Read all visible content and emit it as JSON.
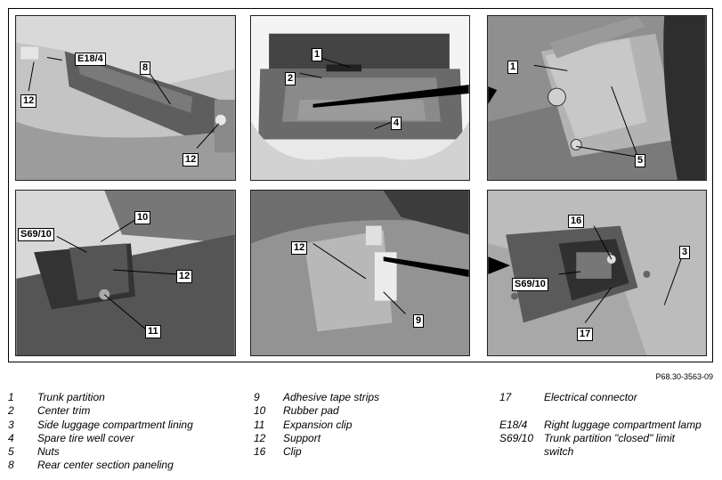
{
  "figure": {
    "reference_code": "P68.30-3563-09",
    "callouts": {
      "p1": {
        "c1": "E18/4",
        "c2": "8",
        "c3": "12",
        "c4": "12"
      },
      "p2": {
        "c1": "1",
        "c2": "2",
        "c3": "4"
      },
      "p3": {
        "c1": "1",
        "c2": "5"
      },
      "p4": {
        "c1": "10",
        "c2": "S69/10",
        "c3": "12",
        "c4": "11"
      },
      "p5": {
        "c1": "12",
        "c2": "9"
      },
      "p6": {
        "c1": "16",
        "c2": "3",
        "c3": "S69/10",
        "c4": "17"
      }
    }
  },
  "legend": {
    "col1": [
      {
        "key": "1",
        "label": "Trunk partition"
      },
      {
        "key": "2",
        "label": "Center trim"
      },
      {
        "key": "3",
        "label": "Side luggage compartment lining"
      },
      {
        "key": "4",
        "label": "Spare tire well cover"
      },
      {
        "key": "5",
        "label": "Nuts"
      },
      {
        "key": "8",
        "label": "Rear center section paneling"
      }
    ],
    "col2": [
      {
        "key": "9",
        "label": "Adhesive tape strips"
      },
      {
        "key": "10",
        "label": "Rubber pad"
      },
      {
        "key": "11",
        "label": "Expansion clip"
      },
      {
        "key": "12",
        "label": "Support"
      },
      {
        "key": "16",
        "label": "Clip"
      }
    ],
    "col3": [
      {
        "key": "17",
        "label": "Electrical connector"
      },
      {
        "key": "E18/4",
        "label": "Right luggage compartment lamp"
      },
      {
        "key": "S69/10",
        "label": "Trunk partition \"closed\" limit",
        "label_cont": "switch"
      }
    ]
  }
}
